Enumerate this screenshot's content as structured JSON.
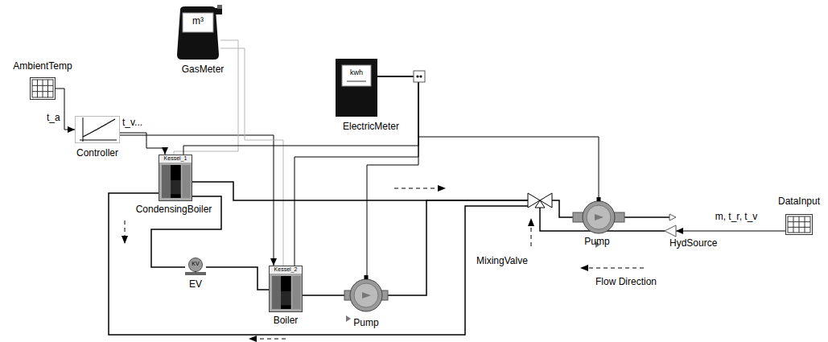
{
  "diagram": {
    "nodes": [
      {
        "text": [
          "AmbientTemp"
        ]
      },
      {
        "text": [
          "Controller"
        ]
      },
      {
        "text": [
          "m³",
          "GasMeter"
        ]
      },
      {
        "text": [
          "kwh",
          "ElectricMeter"
        ]
      },
      {
        "text": [
          "Kessel_1",
          "CondensingBoiler"
        ]
      },
      {
        "text": [
          "KV",
          "EV"
        ]
      },
      {
        "text": [
          "Kessel_2",
          "Boiler"
        ]
      },
      {
        "text": [
          "Pump"
        ]
      },
      {
        "text": [
          "MixingValve"
        ]
      },
      {
        "text": [
          "Pump"
        ]
      },
      {
        "text": [
          "HydSource"
        ]
      },
      {
        "text": [
          "DataInput"
        ]
      }
    ],
    "edges": [
      {
        "from": 0,
        "to": 1,
        "arrow": "to"
      },
      {
        "from": 1,
        "to": 4,
        "arrow": "to"
      },
      {
        "from": 1,
        "to": 6,
        "arrow": "to"
      },
      {
        "from": 2,
        "to": 4,
        "arrow": "none"
      },
      {
        "from": 2,
        "to": 6,
        "arrow": "none"
      },
      {
        "from": 3,
        "to": 4,
        "arrow": "none"
      },
      {
        "from": 3,
        "to": 6,
        "arrow": "none"
      },
      {
        "from": 3,
        "to": 7,
        "arrow": "none"
      },
      {
        "from": 3,
        "to": 9,
        "arrow": "none"
      },
      {
        "from": 4,
        "to": 5,
        "arrow": "none"
      },
      {
        "from": 5,
        "to": 6,
        "arrow": "none"
      },
      {
        "from": 6,
        "to": 7,
        "arrow": "none"
      },
      {
        "from": 7,
        "to": 8,
        "arrow": "none"
      },
      {
        "from": 4,
        "to": 8,
        "arrow": "none"
      },
      {
        "from": 8,
        "to": 9,
        "arrow": "none"
      },
      {
        "from": 10,
        "to": 8,
        "arrow": "none"
      },
      {
        "from": 8,
        "to": 4,
        "arrow": "none"
      },
      {
        "from": 11,
        "to": 10,
        "label": "m, t_r, t_v",
        "arrow": "to"
      }
    ],
    "labels": [
      "t_a",
      "t_v...",
      "Flow Direction"
    ]
  }
}
